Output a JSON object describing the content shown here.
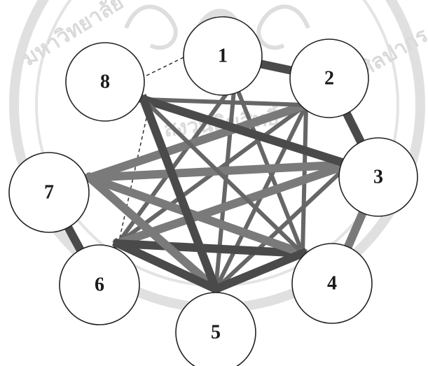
{
  "diagram": {
    "nodes": [
      {
        "id": "1",
        "label": "1"
      },
      {
        "id": "2",
        "label": "2"
      },
      {
        "id": "3",
        "label": "3"
      },
      {
        "id": "4",
        "label": "4"
      },
      {
        "id": "5",
        "label": "5"
      },
      {
        "id": "6",
        "label": "6"
      },
      {
        "id": "7",
        "label": "7"
      },
      {
        "id": "8",
        "label": "8"
      }
    ],
    "edges": [
      {
        "from": "1",
        "to": "2",
        "style": "heavy-dark"
      },
      {
        "from": "2",
        "to": "3",
        "style": "heavy-dark"
      },
      {
        "from": "3",
        "to": "4",
        "style": "heavy-gray"
      },
      {
        "from": "6",
        "to": "7",
        "style": "heavy-dark"
      },
      {
        "from": "1",
        "to": "8",
        "style": "dashed"
      },
      {
        "from": "8",
        "to": "6",
        "style": "dashed"
      },
      {
        "from": "1",
        "to": "4",
        "style": "medium-gray"
      },
      {
        "from": "1",
        "to": "5",
        "style": "medium-gray"
      },
      {
        "from": "1",
        "to": "6",
        "style": "medium-gray"
      },
      {
        "from": "2",
        "to": "4",
        "style": "medium-gray"
      },
      {
        "from": "2",
        "to": "5",
        "style": "medium-gray"
      },
      {
        "from": "2",
        "to": "6",
        "style": "medium-gray"
      },
      {
        "from": "2",
        "to": "7",
        "style": "heavy-gray"
      },
      {
        "from": "2",
        "to": "8",
        "style": "medium-gray"
      },
      {
        "from": "3",
        "to": "5",
        "style": "medium-gray"
      },
      {
        "from": "3",
        "to": "6",
        "style": "heavy-gray"
      },
      {
        "from": "3",
        "to": "7",
        "style": "heavy-gray"
      },
      {
        "from": "3",
        "to": "8",
        "style": "heavy-dark"
      },
      {
        "from": "4",
        "to": "6",
        "style": "heavy-dark"
      },
      {
        "from": "4",
        "to": "7",
        "style": "heavy-gray"
      },
      {
        "from": "4",
        "to": "8",
        "style": "medium-gray"
      },
      {
        "from": "5",
        "to": "7",
        "style": "heavy-gray"
      },
      {
        "from": "5",
        "to": "8",
        "style": "heavy-dark"
      },
      {
        "from": "5",
        "to": "6",
        "style": "heavy-dark"
      },
      {
        "from": "5",
        "to": "4",
        "style": "heavy-dark"
      }
    ],
    "edge_colors": {
      "heavy-dark": "#4a4a4a",
      "heavy-gray": "#7a7a7a",
      "medium-gray": "#666666",
      "dashed": "#333333"
    },
    "watermark": {
      "text_left": "มหาวิทยาลัย",
      "text_right": "ศิลปากร",
      "text_center": "สงวนลิขสิทธิ์",
      "color": "#bdbdbd"
    }
  }
}
